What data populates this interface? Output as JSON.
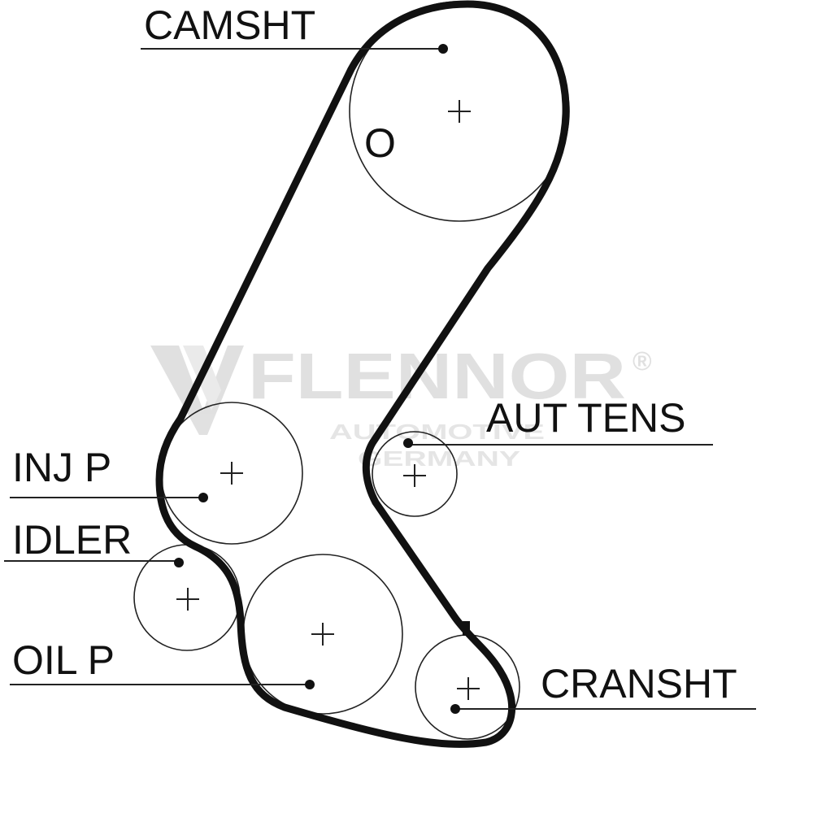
{
  "labels": {
    "camshaft": "CAMSHT",
    "auto_tensioner": "AUT TENS",
    "injection_pump": "INJ P",
    "idler": "IDLER",
    "oil_pump": "OIL P",
    "crankshaft": "CRANSHT",
    "timing_mark": "O"
  },
  "watermark": {
    "brand": "FLENNOR",
    "registered_mark": "®",
    "line1": "AUTOMOTIVE",
    "line2": "GERMANY"
  },
  "colors": {
    "belt": "#111111",
    "line": "#222222",
    "watermark": "#c8c8c8"
  }
}
